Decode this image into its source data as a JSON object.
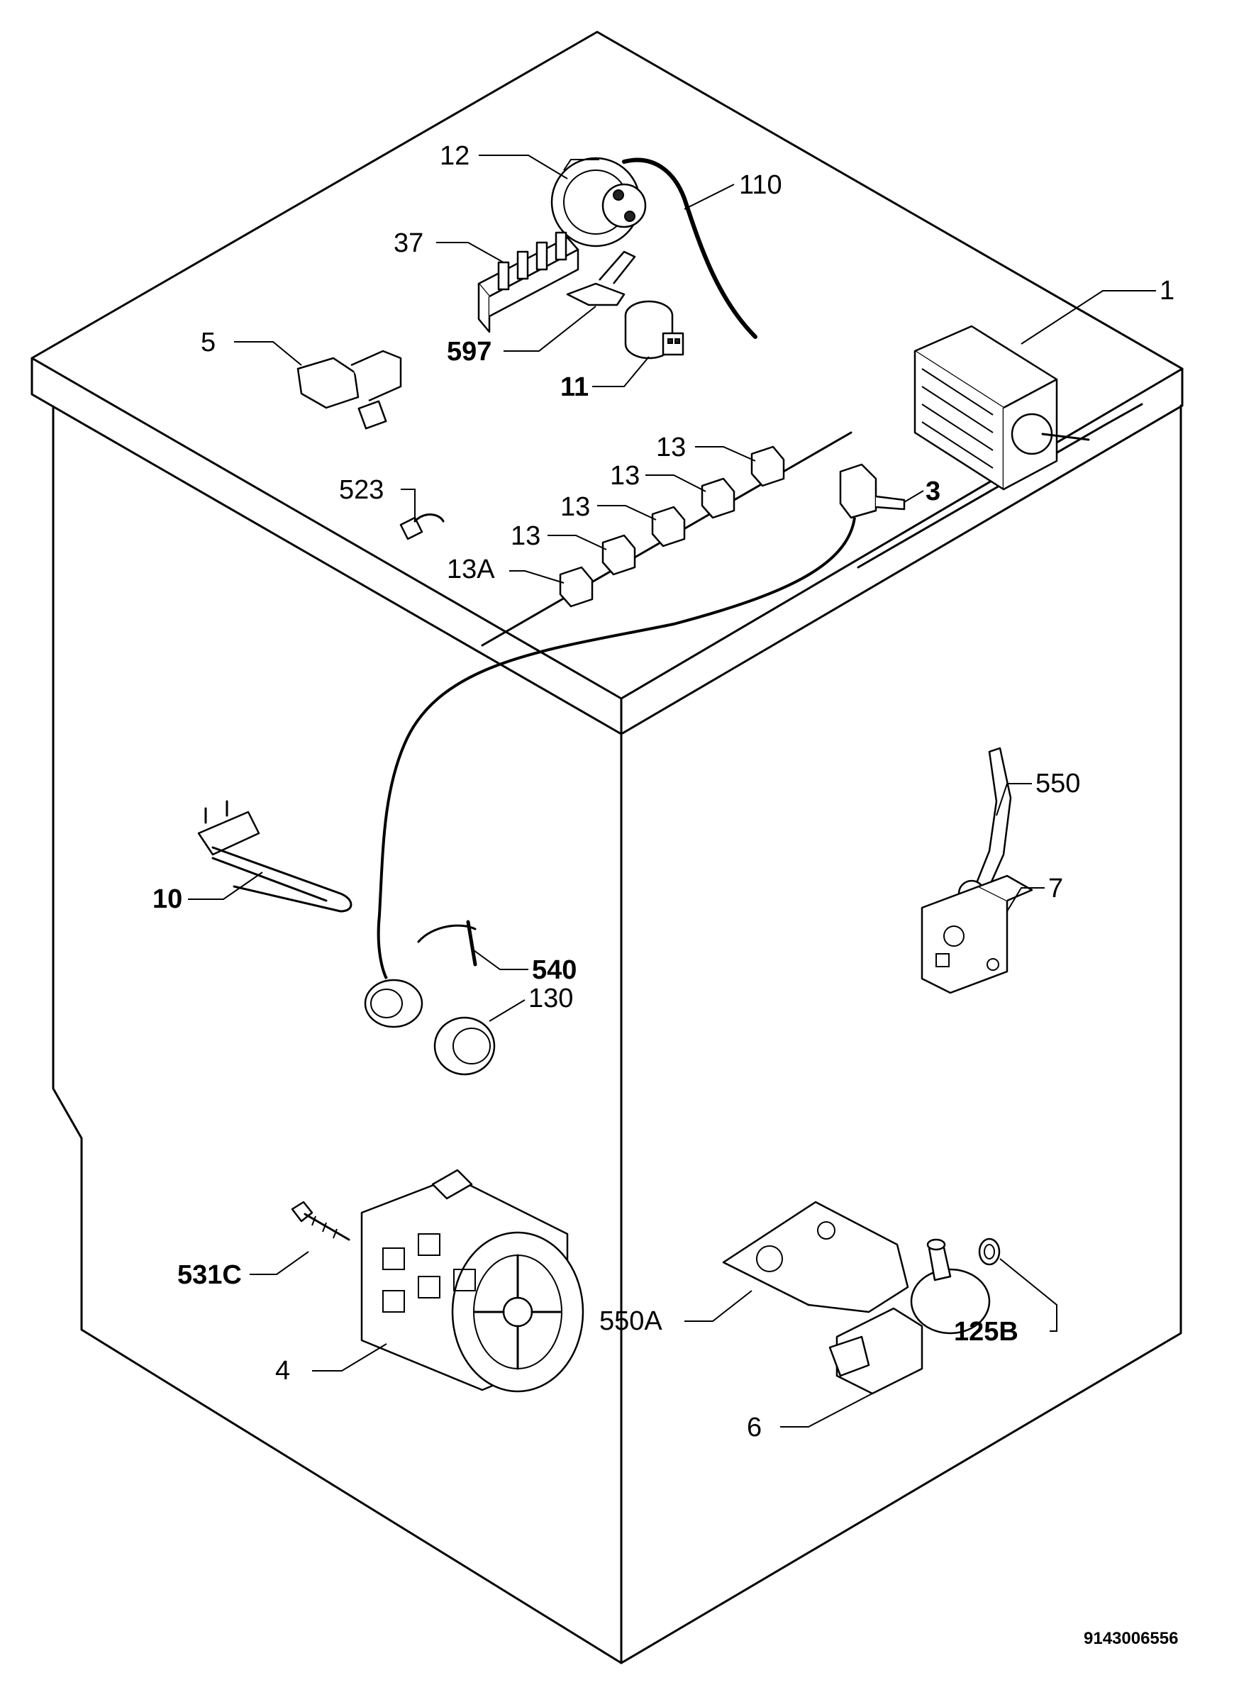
{
  "diagram": {
    "code": "9143006556",
    "parts": [
      {
        "key": "p1",
        "label": "1",
        "bold": false
      },
      {
        "key": "p3",
        "label": "3",
        "bold": true
      },
      {
        "key": "p4",
        "label": "4",
        "bold": false
      },
      {
        "key": "p5",
        "label": "5",
        "bold": false
      },
      {
        "key": "p6",
        "label": "6",
        "bold": false
      },
      {
        "key": "p7",
        "label": "7",
        "bold": false
      },
      {
        "key": "p10",
        "label": "10",
        "bold": true
      },
      {
        "key": "p11",
        "label": "11",
        "bold": true
      },
      {
        "key": "p12",
        "label": "12",
        "bold": false
      },
      {
        "key": "p13a",
        "label": "13",
        "bold": false
      },
      {
        "key": "p13b",
        "label": "13",
        "bold": false
      },
      {
        "key": "p13c",
        "label": "13",
        "bold": false
      },
      {
        "key": "p13d",
        "label": "13",
        "bold": false
      },
      {
        "key": "p13A",
        "label": "13A",
        "bold": false
      },
      {
        "key": "p37",
        "label": "37",
        "bold": false
      },
      {
        "key": "p110",
        "label": "110",
        "bold": false
      },
      {
        "key": "p125B",
        "label": "125B",
        "bold": true
      },
      {
        "key": "p130",
        "label": "130",
        "bold": false
      },
      {
        "key": "p523",
        "label": "523",
        "bold": false
      },
      {
        "key": "p531C",
        "label": "531C",
        "bold": true
      },
      {
        "key": "p540",
        "label": "540",
        "bold": true
      },
      {
        "key": "p550",
        "label": "550",
        "bold": false
      },
      {
        "key": "p550A",
        "label": "550A",
        "bold": false
      },
      {
        "key": "p597",
        "label": "597",
        "bold": true
      }
    ]
  }
}
